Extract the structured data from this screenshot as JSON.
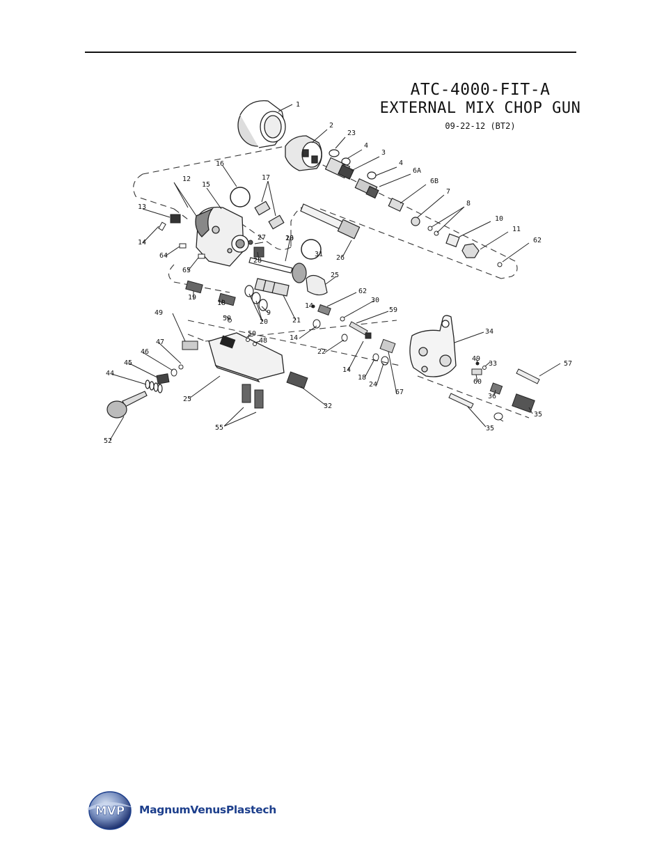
{
  "title": {
    "model": "ATC-4000-FIT-A",
    "name": "EXTERNAL MIX CHOP GUN",
    "date": "09-22-12 (BT2)"
  },
  "callouts": [
    "1",
    "2",
    "23",
    "4",
    "3",
    "4",
    "6A",
    "6B",
    "7",
    "8",
    "10",
    "11",
    "62",
    "16",
    "15",
    "17",
    "12",
    "13",
    "14",
    "64",
    "65",
    "27",
    "28",
    "26",
    "16",
    "31",
    "29",
    "25",
    "19",
    "18",
    "9",
    "20",
    "21",
    "62",
    "30",
    "59",
    "14",
    "14",
    "22",
    "14",
    "18",
    "24",
    "67",
    "49",
    "50",
    "50",
    "48",
    "47",
    "46",
    "45",
    "44",
    "52",
    "25",
    "55",
    "32",
    "34",
    "49",
    "33",
    "60",
    "36",
    "35",
    "57",
    "35"
  ],
  "logo": {
    "badge": "MVP",
    "company": "MagnumVenusPlastech"
  },
  "colors": {
    "line": "#222222",
    "brand": "#1d3f8c",
    "badge_dark": "#2c3e7a",
    "badge_light": "#9fb3d6"
  }
}
